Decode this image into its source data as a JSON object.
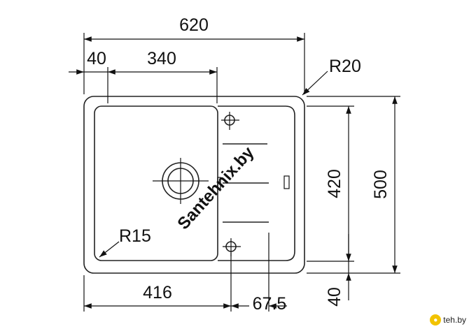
{
  "dimensions": {
    "overall_width": "620",
    "left_margin": "40",
    "bowl_width": "340",
    "corner_radius_outer": "R20",
    "bowl_height": "420",
    "overall_depth": "500",
    "bowl_corner_radius": "R15",
    "bowl_bottom_width": "416",
    "tap_hole_offset": "67.5",
    "bottom_margin": "40"
  },
  "watermark": "Santehnix.by",
  "badge": {
    "icon": "teh-logo-icon",
    "label": "teh.by",
    "accent": "#f2c300"
  }
}
